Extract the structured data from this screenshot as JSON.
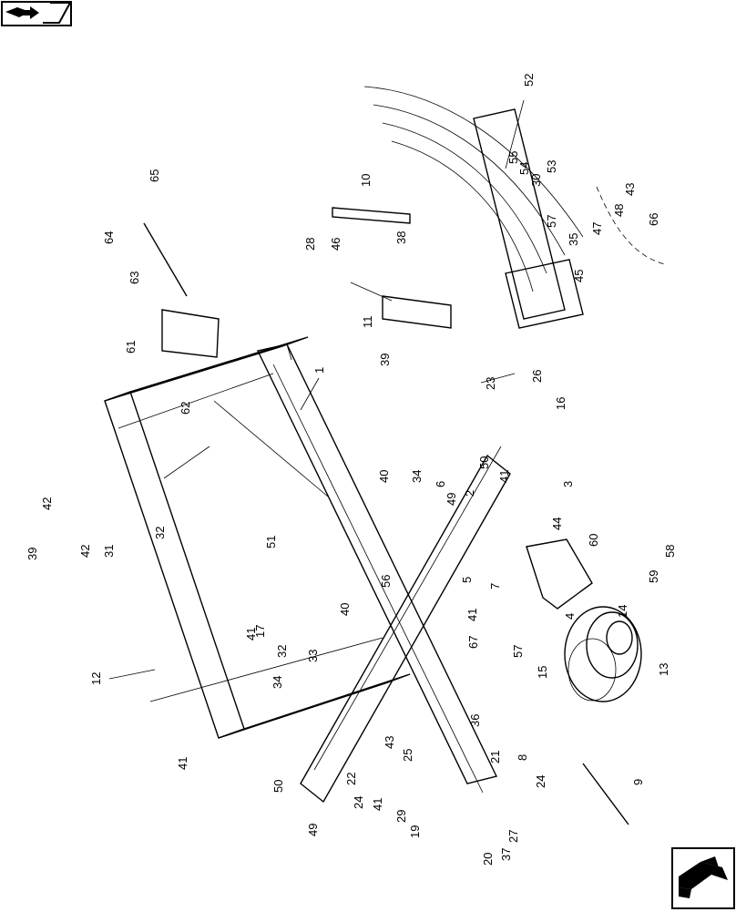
{
  "diagram": {
    "callouts": [
      "1",
      "2",
      "3",
      "4",
      "5",
      "6",
      "7",
      "8",
      "9",
      "10",
      "11",
      "12",
      "13",
      "14",
      "15",
      "16",
      "17",
      "19",
      "20",
      "21",
      "22",
      "23",
      "24",
      "25",
      "26",
      "27",
      "28",
      "29",
      "30",
      "31",
      "32",
      "33",
      "34",
      "35",
      "36",
      "37",
      "38",
      "39",
      "40",
      "41",
      "42",
      "43",
      "44",
      "45",
      "46",
      "47",
      "48",
      "49",
      "50",
      "51",
      "52",
      "53",
      "54",
      "55",
      "56",
      "57",
      "58",
      "59",
      "60",
      "61",
      "62",
      "63",
      "64",
      "65",
      "66",
      "67"
    ]
  },
  "nav": {
    "prev_icon": "book-arrow-icon",
    "next_icon": "bent-arrow-icon"
  }
}
